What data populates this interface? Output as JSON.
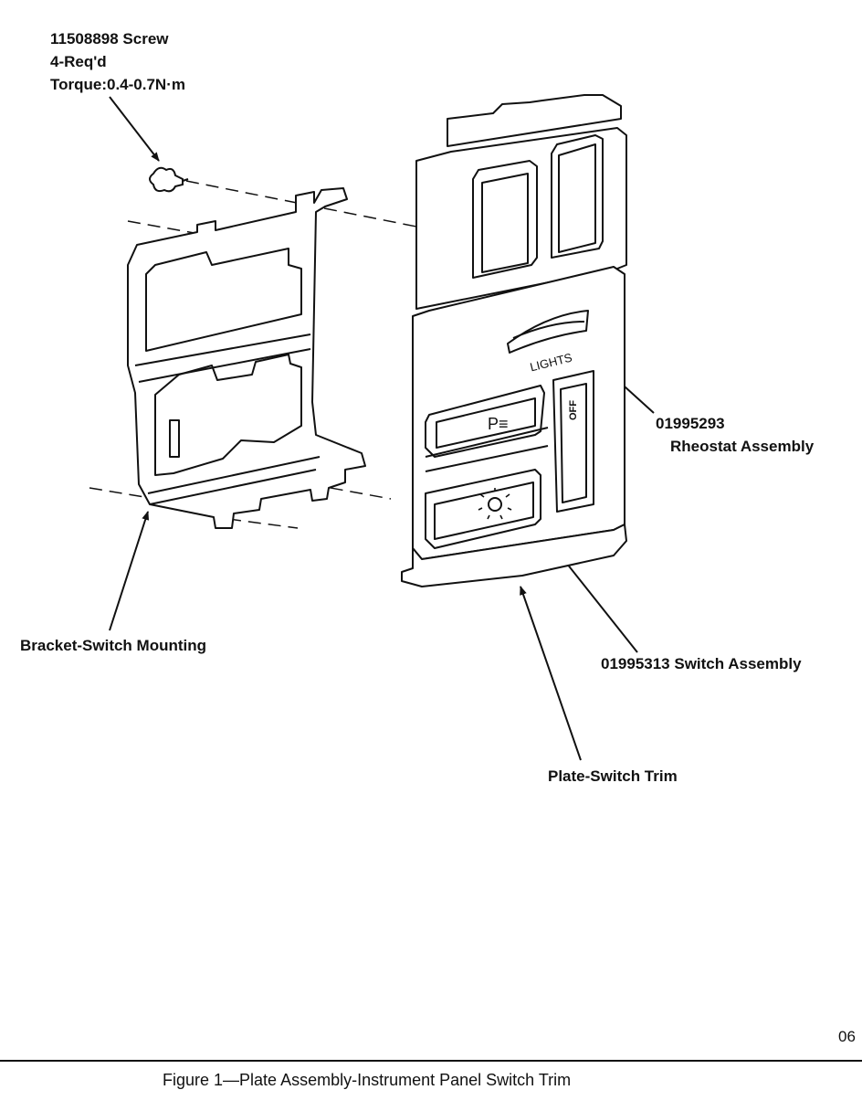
{
  "labels": {
    "screw": [
      "11508898 Screw",
      "4-Req'd",
      "Torque:0.4-0.7N·m"
    ],
    "rheostat": [
      "01995293",
      "Rheostat Assembly"
    ],
    "bracket": "Bracket-Switch Mounting",
    "switch_assembly": "01995313 Switch Assembly",
    "trim": "Plate-Switch Trim"
  },
  "panel_text": {
    "lights": "LIGHTS",
    "off": "OFF",
    "park_symbol": "P≡"
  },
  "page_number": "06",
  "caption": "Figure 1—Plate Assembly-Instrument Panel Switch Trim"
}
